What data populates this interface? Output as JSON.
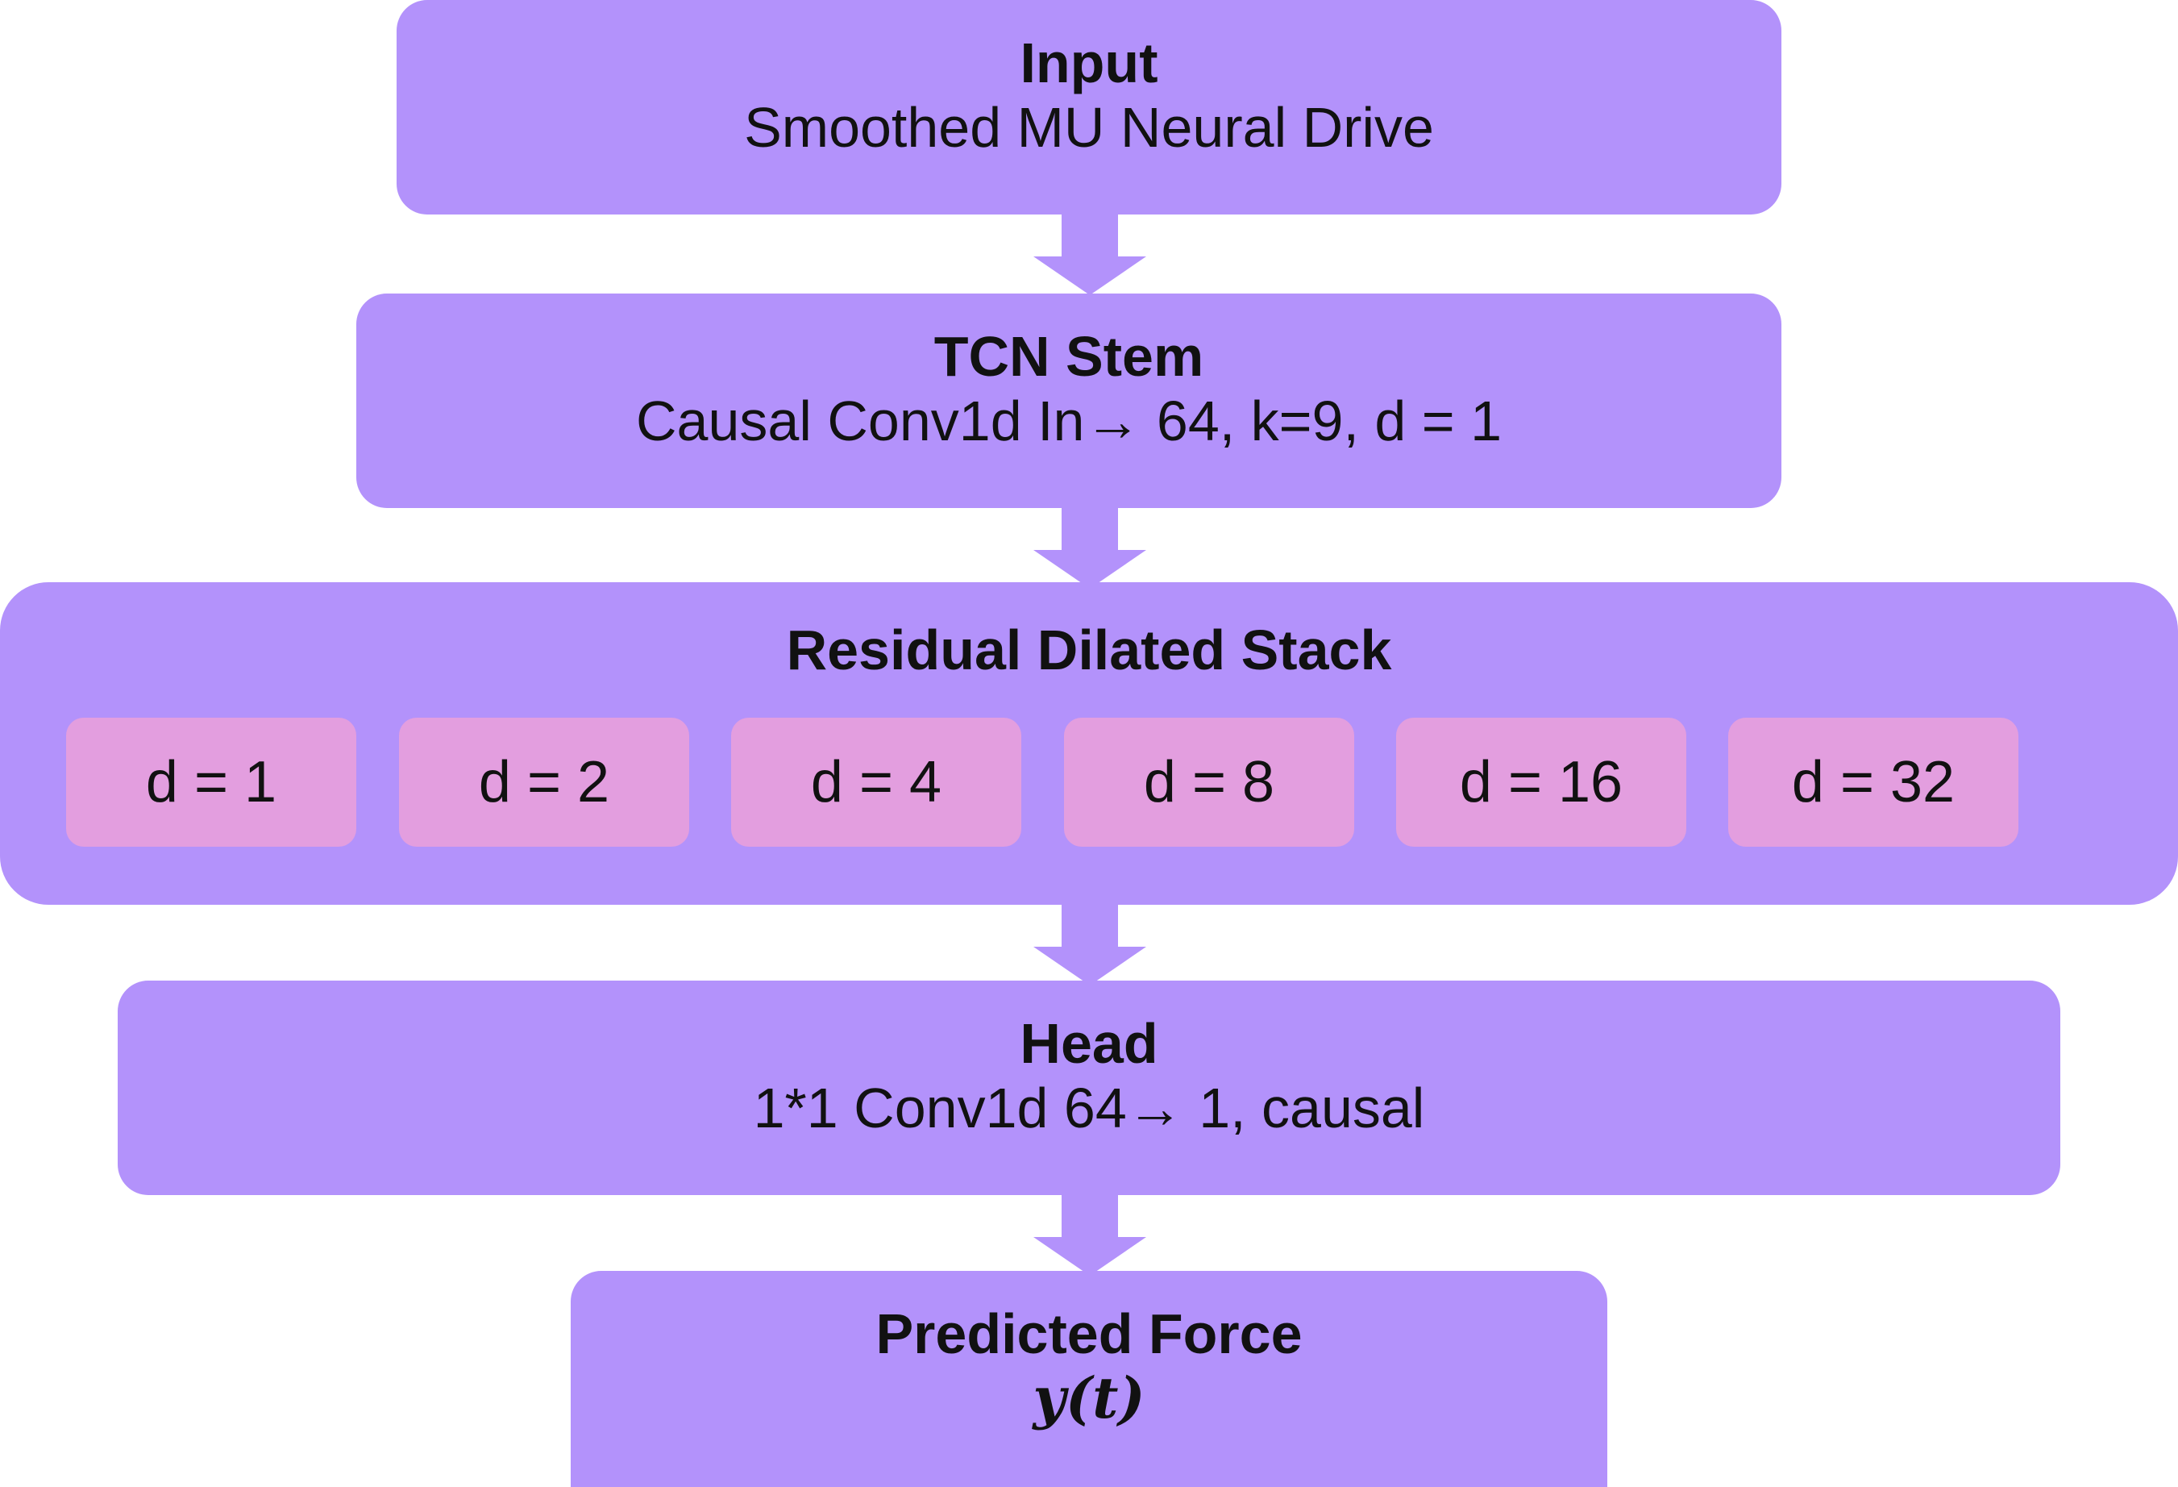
{
  "input": {
    "title": "Input",
    "subtitle": "Smoothed MU Neural Drive"
  },
  "stem": {
    "title": "TCN Stem",
    "subtitle": "Causal Conv1d In→ 64, k=9, d = 1"
  },
  "stack": {
    "title": "Residual Dilated Stack",
    "blocks": [
      "d = 1",
      "d = 2",
      "d = 4",
      "d = 8",
      "d = 16",
      "d = 32"
    ]
  },
  "head": {
    "title": "Head",
    "subtitle": "1*1 Conv1d 64→ 1, causal"
  },
  "output": {
    "title": "Predicted Force",
    "subtitle": "y(t)"
  },
  "colors": {
    "block": "#b392fb",
    "dilation_block": "#e39edf",
    "text": "#111111"
  }
}
